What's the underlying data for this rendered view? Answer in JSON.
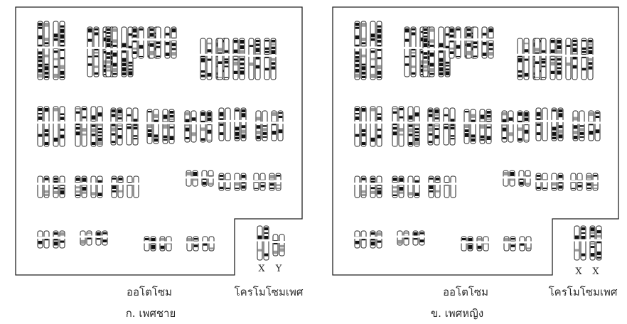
{
  "panels": [
    {
      "id": "male",
      "autosome_label": "ออโตโซม",
      "sex_chromosome_label": "โครโมโซมเพศ",
      "caption": "ก. เพศชาย",
      "sex_chromosomes": [
        "X",
        "Y"
      ]
    },
    {
      "id": "female",
      "autosome_label": "ออโตโซม",
      "sex_chromosome_label": "โครโมโซมเพศ",
      "caption": "ข. เพศหญิง",
      "sex_chromosomes": [
        "X",
        "X"
      ]
    }
  ],
  "autosome_groups": [
    {
      "row": 1,
      "pairs": 3
    },
    {
      "row": 1,
      "pairs": 2
    },
    {
      "row": 2,
      "pairs": 7
    },
    {
      "row": 3,
      "pairs": 3
    },
    {
      "row": 3,
      "pairs": 3
    },
    {
      "row": 4,
      "pairs": 2
    },
    {
      "row": 4,
      "pairs": 2
    },
    {
      "row": 4,
      "pairs": 2
    }
  ],
  "autosome_pair_count": 22,
  "colors": {
    "line": "#222222",
    "band_dark": "#111111",
    "band_light": "#ffffff",
    "band_grey": "#9a9a9a"
  }
}
